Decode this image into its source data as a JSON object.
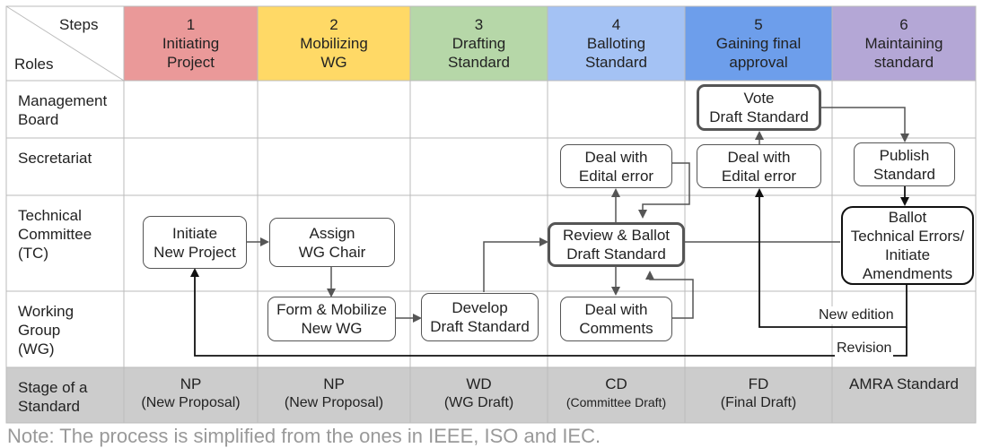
{
  "corner": {
    "steps": "Steps",
    "roles": "Roles"
  },
  "steps": [
    {
      "num": "1",
      "line1": "Initiating",
      "line2": "Project",
      "color": "#ea9999"
    },
    {
      "num": "2",
      "line1": "Mobilizing",
      "line2": "WG",
      "color": "#ffd966"
    },
    {
      "num": "3",
      "line1": "Drafting",
      "line2": "Standard",
      "color": "#b6d7a8"
    },
    {
      "num": "4",
      "line1": "Balloting",
      "line2": "Standard",
      "color": "#a4c2f4"
    },
    {
      "num": "5",
      "line1": "Gaining final",
      "line2": "approval",
      "color": "#6d9eeb"
    },
    {
      "num": "6",
      "line1": "Maintaining",
      "line2": "standard",
      "color": "#b4a7d6"
    }
  ],
  "roles": [
    {
      "line1": "Management",
      "line2": "Board",
      "line3": ""
    },
    {
      "line1": "Secretariat",
      "line2": "",
      "line3": ""
    },
    {
      "line1": "Technical",
      "line2": "Committee",
      "line3": "(TC)"
    },
    {
      "line1": "Working",
      "line2": "Group",
      "line3": "(WG)"
    }
  ],
  "stage_row": {
    "label1": "Stage of a",
    "label2": "Standard",
    "color": "#cccccc",
    "cells": [
      {
        "main": "NP",
        "sub": "(New Proposal)"
      },
      {
        "main": "NP",
        "sub": "(New Proposal)"
      },
      {
        "main": "WD",
        "sub": "(WG Draft)"
      },
      {
        "main": "CD",
        "sub": "(Committee Draft)"
      },
      {
        "main": "FD",
        "sub": "(Final Draft)"
      },
      {
        "main": "AMRA Standard",
        "sub": ""
      }
    ]
  },
  "boxes": {
    "vote": {
      "line1": "Vote",
      "line2": "Draft Standard",
      "line3": "",
      "line4": ""
    },
    "deal_edital_4": {
      "line1": "Deal with",
      "line2": "Edital error",
      "line3": "",
      "line4": ""
    },
    "deal_edital_5": {
      "line1": "Deal with",
      "line2": "Edital error",
      "line3": "",
      "line4": ""
    },
    "publish": {
      "line1": "Publish",
      "line2": "Standard",
      "line3": "",
      "line4": ""
    },
    "initiate": {
      "line1": "Initiate",
      "line2": "New Project",
      "line3": "",
      "line4": ""
    },
    "assign": {
      "line1": "Assign",
      "line2": "WG Chair",
      "line3": "",
      "line4": ""
    },
    "review": {
      "line1": "Review & Ballot",
      "line2": "Draft Standard",
      "line3": "",
      "line4": ""
    },
    "ballot_tech": {
      "line1": "Ballot",
      "line2": "Technical Errors/",
      "line3": "Initiate",
      "line4": "Amendments"
    },
    "form": {
      "line1": "Form & Mobilize",
      "line2": "New WG",
      "line3": "",
      "line4": ""
    },
    "develop": {
      "line1": "Develop",
      "line2": "Draft Standard",
      "line3": "",
      "line4": ""
    },
    "deal_comments": {
      "line1": "Deal with",
      "line2": "Comments",
      "line3": "",
      "line4": ""
    }
  },
  "labels": {
    "new_edition": "New edition",
    "revision": "Revision"
  },
  "note": "Note: The process is simplified from the ones in IEEE, ISO and IEC."
}
